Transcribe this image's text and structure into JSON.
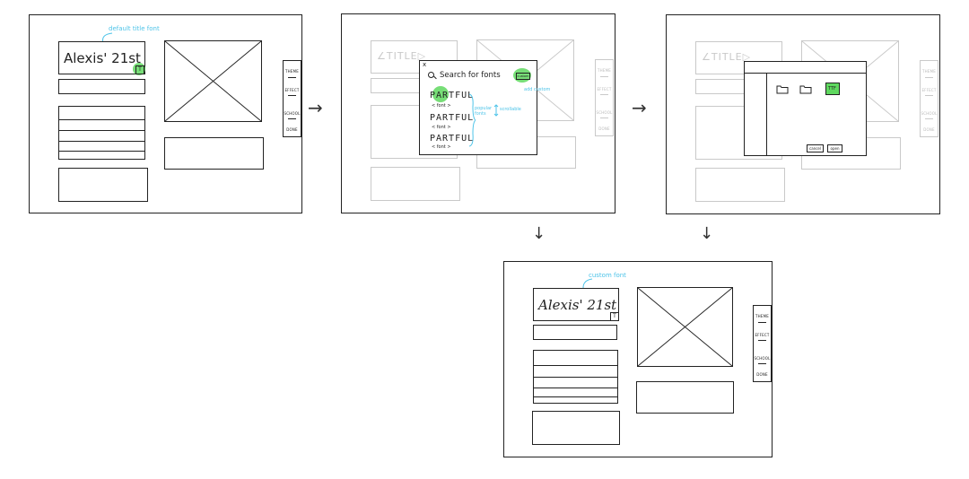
{
  "annotations": {
    "default_font": "default title font",
    "custom_font": "custom font",
    "add_custom": "add custom",
    "popular_fonts": "popular fonts",
    "scrollable": "scrollable"
  },
  "panel1": {
    "title": "Alexis' 21st",
    "title_icon": "T",
    "nav": [
      "THEME",
      "EFFECT",
      "SCHOOL",
      "DONE"
    ]
  },
  "panel2": {
    "bg_title": "∠TITLE▷",
    "close": "x",
    "search_label": "Search for fonts",
    "custom_btn": "custom",
    "fonts": [
      {
        "name": "PARTFUL",
        "tag": "< font >"
      },
      {
        "name": "PARTFUL",
        "tag": "< font >"
      },
      {
        "name": "PARTFUL",
        "tag": "< font >"
      }
    ],
    "nav": [
      "THEME",
      "EFFECT",
      "SCHOOL",
      "DONE"
    ]
  },
  "panel3": {
    "bg_title": "∠TITLE▷",
    "file_label": "TTF",
    "cancel_btn": "cancel",
    "open_btn": "open",
    "nav": [
      "THEME",
      "EFFECT",
      "SCHOOL",
      "DONE"
    ]
  },
  "panel4": {
    "title": "Alexis' 21st",
    "title_icon": "T",
    "nav": [
      "THEME",
      "EFFECT",
      "SCHOOL",
      "DONE"
    ]
  },
  "arrows": {
    "right": "→",
    "down": "↓"
  },
  "colors": {
    "accent_green": "#5fd85f",
    "annotation_blue": "#4cc3e8"
  }
}
